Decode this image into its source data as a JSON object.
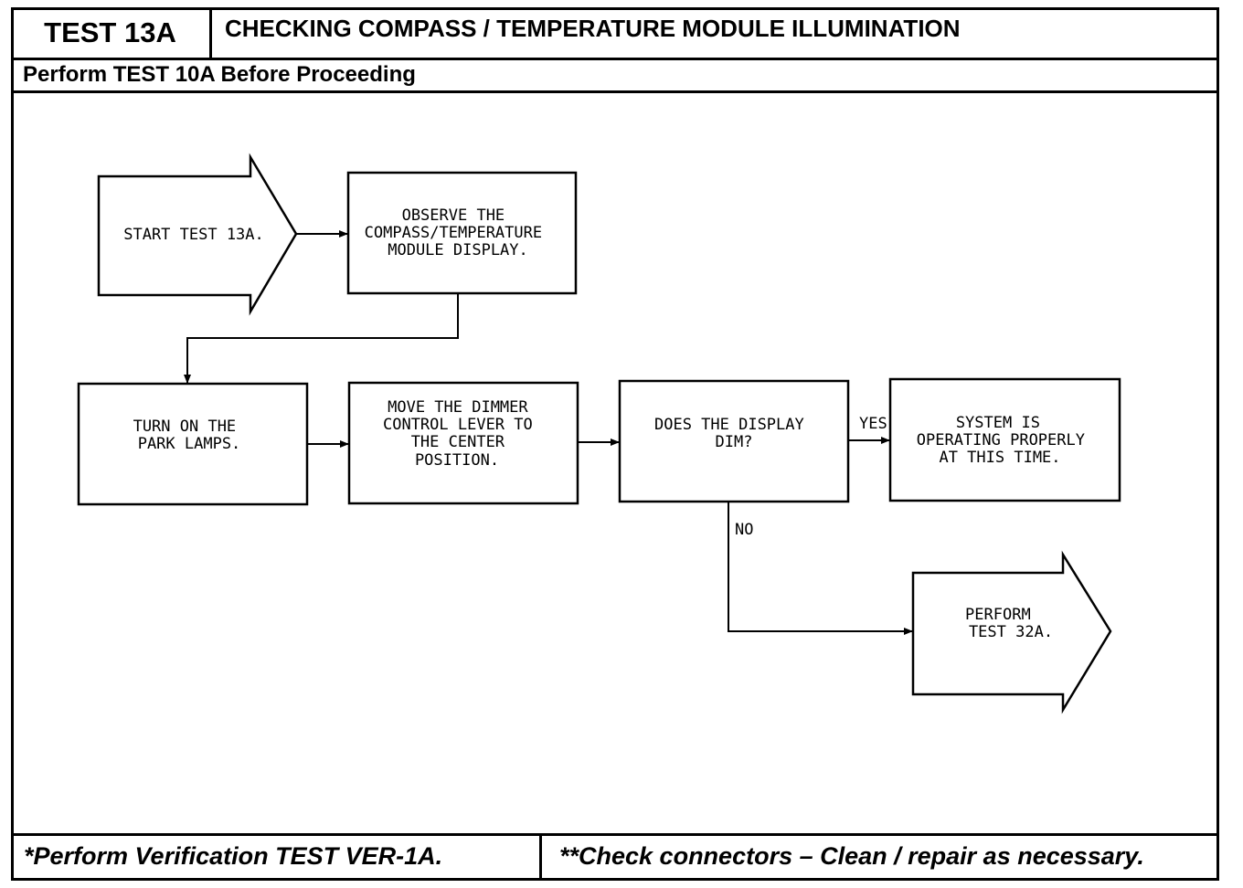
{
  "header": {
    "test_label": "TEST 13A",
    "title": "CHECKING COMPASS / TEMPERATURE MODULE ILLUMINATION",
    "prerequisite": "Perform TEST 10A Before Proceeding"
  },
  "flowchart": {
    "start": {
      "lines": [
        "START TEST 13A."
      ]
    },
    "observe": {
      "lines": [
        "OBSERVE THE",
        "COMPASS/TEMPERATURE",
        "MODULE DISPLAY."
      ]
    },
    "park_lamps": {
      "lines": [
        "TURN ON THE",
        "PARK LAMPS."
      ]
    },
    "dimmer": {
      "lines": [
        "MOVE THE DIMMER",
        "CONTROL LEVER TO",
        "THE CENTER",
        "POSITION."
      ]
    },
    "decision": {
      "lines": [
        "DOES THE DISPLAY",
        "DIM?"
      ]
    },
    "ok": {
      "lines": [
        "SYSTEM IS",
        "OPERATING PROPERLY",
        "AT THIS TIME."
      ]
    },
    "perform": {
      "lines": [
        "PERFORM",
        "TEST 32A."
      ]
    },
    "yes_label": "YES",
    "no_label": "NO"
  },
  "footer": {
    "left": "*Perform Verification TEST VER-1A.",
    "right": "**Check connectors – Clean / repair as necessary."
  }
}
